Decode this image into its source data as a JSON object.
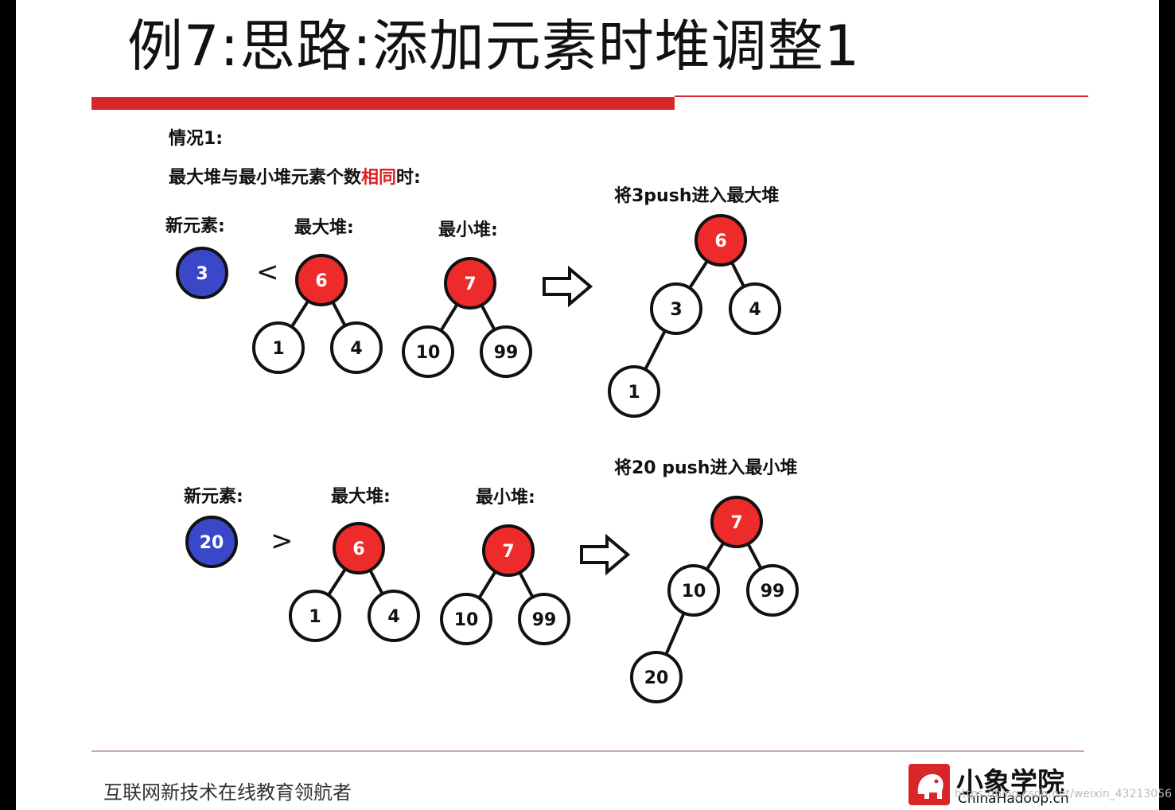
{
  "title": "例7:思路:添加元素时堆调整1",
  "case_label": "情况1:",
  "condition": {
    "prefix": "最大堆与最小堆元素个数",
    "highlight": "相同",
    "suffix": "时:"
  },
  "labels": {
    "new_element": "新元素:",
    "max_heap": "最大堆:",
    "min_heap": "最小堆:"
  },
  "row1": {
    "new_value": "3",
    "comparator": "<",
    "result_title": "将3push进入最大堆",
    "max_heap": [
      "6",
      "1",
      "4"
    ],
    "min_heap": [
      "7",
      "10",
      "99"
    ],
    "result": [
      "6",
      "3",
      "4",
      "1"
    ]
  },
  "row2": {
    "new_value": "20",
    "comparator": ">",
    "result_title": "将20 push进入最小堆",
    "max_heap": [
      "6",
      "1",
      "4"
    ],
    "min_heap": [
      "7",
      "10",
      "99"
    ],
    "result": [
      "7",
      "10",
      "99",
      "20"
    ]
  },
  "footer": {
    "slogan": "互联网新技术在线教育领航者",
    "brand": "小象学院",
    "site": "ChinaHadoop.cn",
    "watermark": "https://blog.csdn.net/weixin_43213056"
  },
  "colors": {
    "red_node": "#ee2b2b",
    "blue_node": "#3a47c8",
    "accent": "#d8262b"
  }
}
